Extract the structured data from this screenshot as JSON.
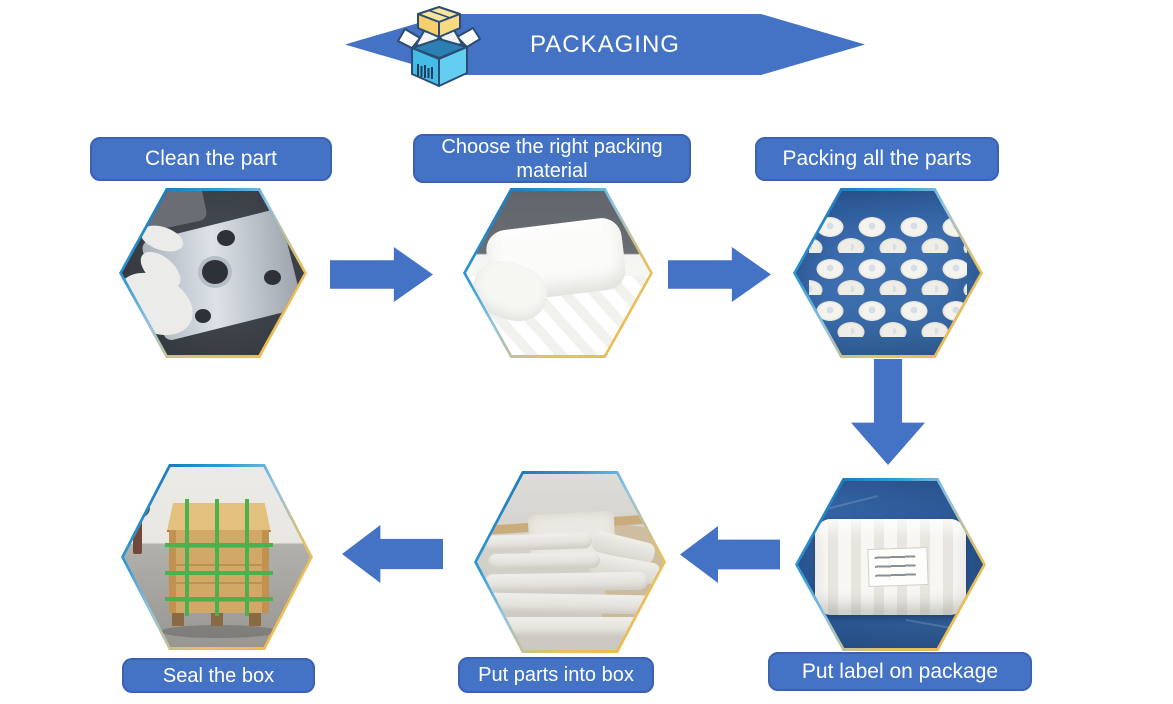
{
  "banner": {
    "title": "PACKAGING",
    "icon": "open-box-icon",
    "color": "#4472C4"
  },
  "colors": {
    "primary_blue": "#4472C4",
    "label_border": "#3A62AE",
    "hex_border_blue": "#2E9BD6",
    "hex_border_yellow": "#F2B64B",
    "arrow_fill": "#4472C4"
  },
  "steps": [
    {
      "label": "Clean the part",
      "photo_name": "clean-part-photo"
    },
    {
      "label": "Choose the right packing material",
      "photo_name": "packing-material-photo"
    },
    {
      "label": "Packing all the parts",
      "photo_name": "packed-parts-photo"
    },
    {
      "label": "Put label on package",
      "photo_name": "label-on-package-photo"
    },
    {
      "label": "Put parts into box",
      "photo_name": "parts-in-box-photo"
    },
    {
      "label": "Seal the box",
      "photo_name": "sealed-crate-photo"
    }
  ]
}
